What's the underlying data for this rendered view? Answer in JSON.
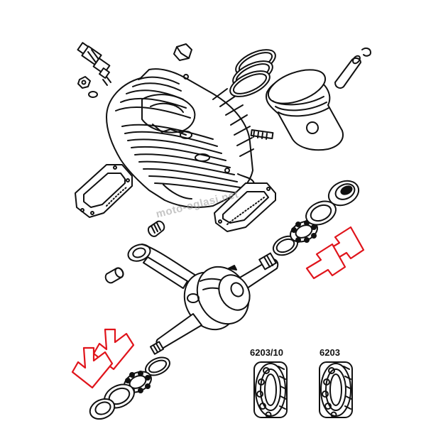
{
  "diagram": {
    "labels": {
      "bearing_6203_10": "6203/10",
      "bearing_6203": "6203"
    },
    "watermark": "moto-oglasi.net",
    "colors": {
      "line": "#111111",
      "arrow": "#e0141b",
      "background": "#ffffff"
    }
  }
}
